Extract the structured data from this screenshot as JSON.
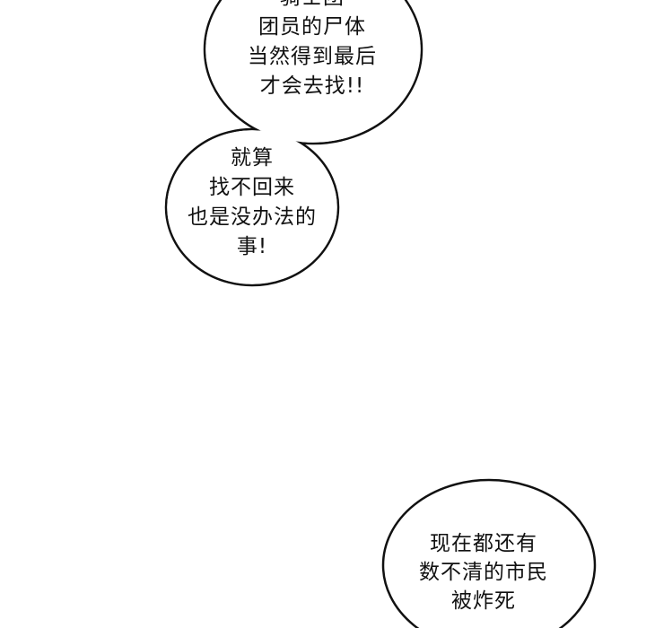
{
  "bubbles": [
    {
      "lines": [
        "骑士团",
        "团员的尸体",
        "当然得到最后",
        "才会去找!!"
      ]
    },
    {
      "lines": [
        "就算",
        "找不回来",
        "也是没办法的",
        "事!"
      ]
    },
    {
      "lines": [
        "现在都还有",
        "数不清的市民",
        "被炸死"
      ]
    }
  ]
}
